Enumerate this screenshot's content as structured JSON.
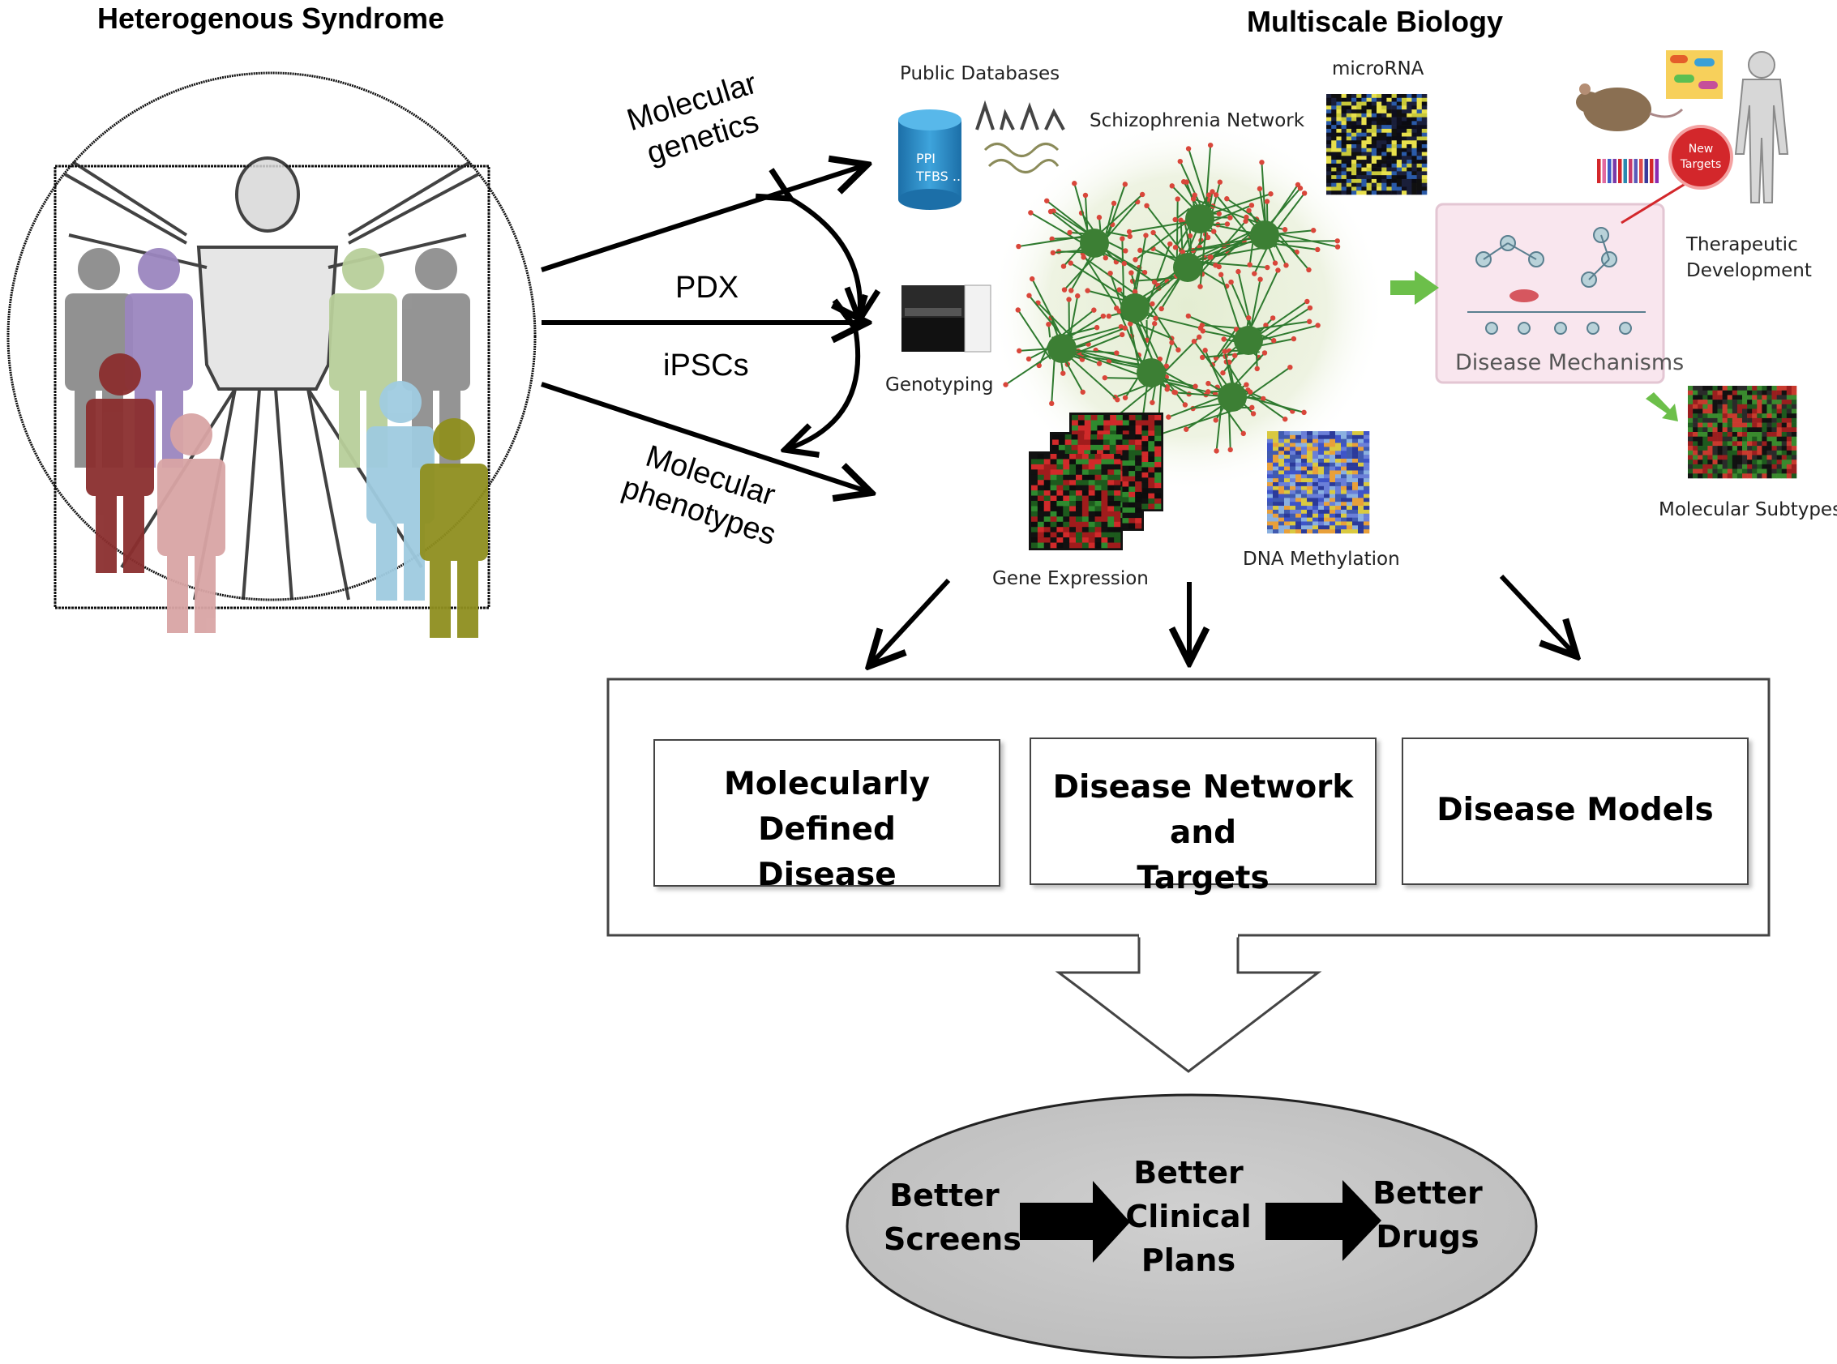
{
  "headings": {
    "left": "Heterogenous Syndrome",
    "right": "Multiscale Biology"
  },
  "arrows": {
    "molecular_genetics": [
      "Molecular",
      "genetics"
    ],
    "pdx": "PDX",
    "ipscs": "iPSCs",
    "molecular_phenotypes": [
      "Molecular",
      "phenotypes"
    ]
  },
  "data_panels": {
    "public_databases": "Public Databases",
    "database_cylinder": [
      "PPI",
      "TFBS ..."
    ],
    "schizophrenia_network": "Schizophrenia Network",
    "microrna": "microRNA",
    "genotyping": "Genotyping",
    "gene_expression": "Gene Expression",
    "dna_methylation": "DNA Methylation",
    "disease_mechanisms": "Disease Mechanisms",
    "new_targets": [
      "New",
      "Targets"
    ],
    "therapeutic_development": [
      "Therapeutic",
      "Development"
    ],
    "molecular_subtypes": "Molecular Subtypes"
  },
  "outcome_boxes": [
    [
      "Molecularly Defined",
      "Disease"
    ],
    [
      "Disease Network and",
      "Targets"
    ],
    [
      "Disease Models"
    ]
  ],
  "pipeline": {
    "step1": [
      "Better",
      "Screens"
    ],
    "step2": [
      "Better",
      "Clinical",
      "Plans"
    ],
    "step3": [
      "Better",
      "Drugs"
    ]
  },
  "colors": {
    "person_figures": [
      "#8c8c8c",
      "#9b86bf",
      "#8b2f2f",
      "#d9a5a5",
      "#b8cf9a",
      "#8f8f8f",
      "#9fcbe0",
      "#8f8f1f"
    ],
    "network_edges": "#2f7a2f",
    "network_nodes": "#d9463a",
    "pipeline_oval": "#c9c9c9",
    "mechanism_panel": "#f9e6ee",
    "database_cylinder": "#2f8fc9"
  }
}
